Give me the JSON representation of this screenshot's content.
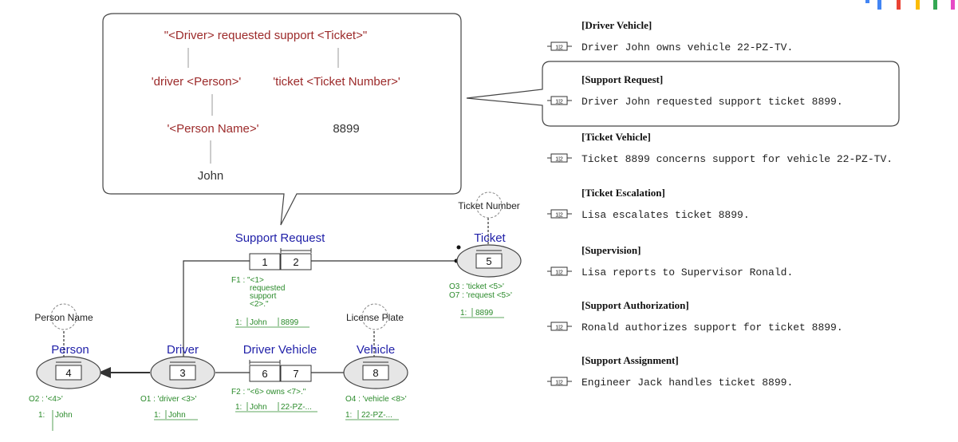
{
  "callout": {
    "sentence": "\"<Driver> requested support <Ticket>\"",
    "driver_role": "'driver <Person>'",
    "ticket_role": "'ticket <Ticket Number>'",
    "person_name": "'<Person Name>'",
    "ticket_value": "8899",
    "person_value": "John"
  },
  "diagram": {
    "value_types": {
      "ticket_number": "Ticket Number",
      "person_name": "Person Name",
      "license_plate": "License Plate"
    },
    "entities": {
      "ticket": {
        "name": "Ticket",
        "role": "5",
        "readings": [
          "O3 : 'ticket <5>'",
          "O7 : 'request <5>'"
        ],
        "sample_index": "1:",
        "sample": "8899"
      },
      "person": {
        "name": "Person",
        "role": "4",
        "reading": "O2 : '<4>'",
        "sample_index": "1:",
        "sample": "John"
      },
      "driver": {
        "name": "Driver",
        "role": "3",
        "reading": "O1 : 'driver <3>'",
        "sample_index": "1:",
        "sample": "John"
      },
      "vehicle": {
        "name": "Vehicle",
        "role": "8",
        "reading": "O4 : 'vehicle <8>'",
        "sample_index": "1:",
        "sample": "22-PZ-..."
      }
    },
    "facts": {
      "support_request": {
        "name": "Support Request",
        "roles": [
          "1",
          "2"
        ],
        "reading_lines": [
          "F1 : \"<1>",
          "requested",
          "support",
          "<2>.\""
        ],
        "sample_index": "1:",
        "samples": [
          "John",
          "8899"
        ]
      },
      "driver_vehicle": {
        "name": "Driver Vehicle",
        "roles": [
          "6",
          "7"
        ],
        "reading": "F2 : \"<6> owns <7>.\"",
        "sample_index": "1:",
        "samples": [
          "John",
          "22-PZ-..."
        ]
      }
    }
  },
  "fact_list": [
    {
      "title": "[Driver Vehicle]",
      "text": "Driver John owns vehicle 22-PZ-TV."
    },
    {
      "title": "[Support Request]",
      "text": "Driver John requested support ticket 8899."
    },
    {
      "title": "[Ticket Vehicle]",
      "text": "Ticket 8899 concerns support for vehicle 22-PZ-TV."
    },
    {
      "title": "[Ticket Escalation]",
      "text": "Lisa escalates ticket 8899."
    },
    {
      "title": "[Supervision]",
      "text": "Lisa reports to Supervisor Ronald."
    },
    {
      "title": "[Support Authorization]",
      "text": "Ronald authorizes support for ticket 8899."
    },
    {
      "title": "[Support Assignment]",
      "text": "Engineer Jack handles ticket 8899."
    }
  ],
  "fact_icon_label": "1|2",
  "colors": {
    "entity_blue": "#1f1fa8",
    "reading_red": "#9c2a2a",
    "annotation_green": "#2a8a2a",
    "logo": [
      "#4285f4",
      "#ea4335",
      "#fbbc05",
      "#34a853",
      "#e64ac5"
    ]
  }
}
